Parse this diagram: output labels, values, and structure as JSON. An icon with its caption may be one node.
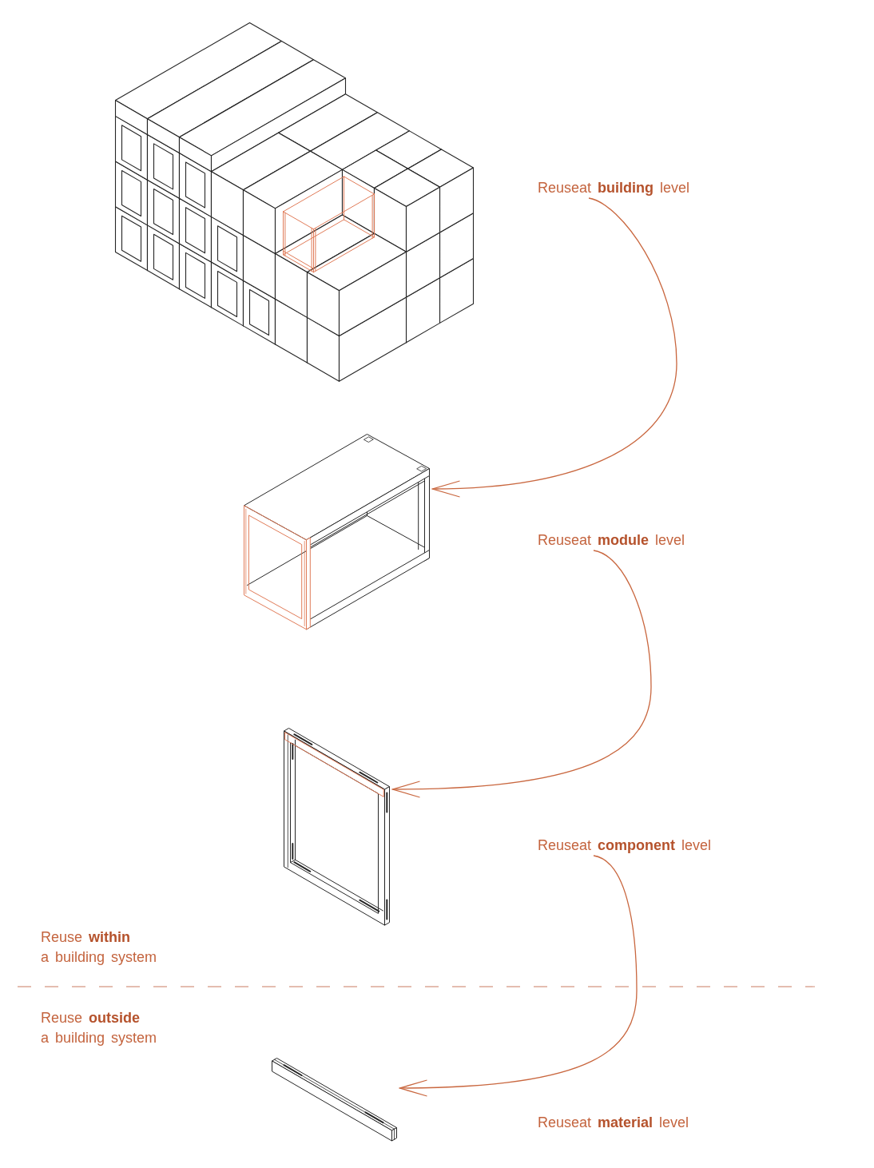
{
  "diagram": {
    "nodes": [
      {
        "text": [],
        "shape": "picture"
      },
      {
        "text": [
          "Reuseat **building** level"
        ]
      },
      {
        "text": [],
        "shape": "picture"
      },
      {
        "text": [
          "Reuseat **module** level"
        ]
      },
      {
        "text": [],
        "shape": "picture"
      },
      {
        "text": [
          "Reuseat **component** level"
        ]
      },
      {
        "text": [],
        "shape": "picture"
      },
      {
        "text": [
          "Reuseat **material** level"
        ]
      }
    ],
    "edges": [
      {
        "from": 1,
        "to": 2,
        "arrow": "to"
      },
      {
        "from": 3,
        "to": 4,
        "arrow": "to"
      },
      {
        "from": 5,
        "to": 6,
        "arrow": "to"
      }
    ],
    "labels": [
      "Reuse **within** a building system",
      "Reuse **outside** a building system"
    ]
  }
}
